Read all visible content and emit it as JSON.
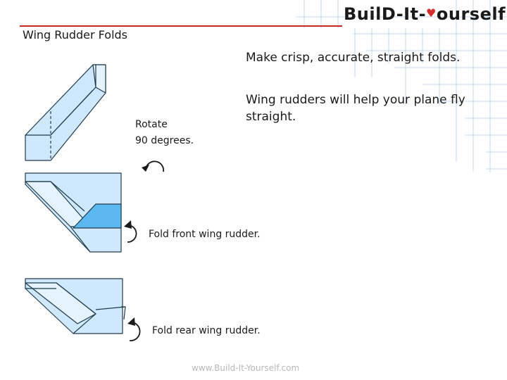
{
  "header": {
    "title": "Wing Rudder Folds",
    "logo_text": "Build-It-Yourself",
    "logo_text_before_heart": "BuilD-It-",
    "logo_heart": "♥",
    "logo_text_after_heart": "ourself"
  },
  "instructions": {
    "tip_crisp": "Make crisp, accurate, straight folds.",
    "tip_rudders": "Wing rudders will help your plane fly straight.",
    "rotate_line1": "Rotate",
    "rotate_line2": "90 degrees.",
    "step_front": "Fold front wing rudder.",
    "step_rear": "Fold rear wing rudder."
  },
  "footer": {
    "url": "www.Build-It-Yourself.com"
  },
  "colors": {
    "paper_fill": "#cfe8fb",
    "fold_highlight": "#5bb8f0",
    "outline": "#1f3b4d",
    "grid_line": "#c4d9ec",
    "title_rule": "#c62828",
    "logo_heart": "#d32f2f"
  },
  "icons": [
    "rotate-arrow-icon",
    "fold-arrow-icon"
  ]
}
